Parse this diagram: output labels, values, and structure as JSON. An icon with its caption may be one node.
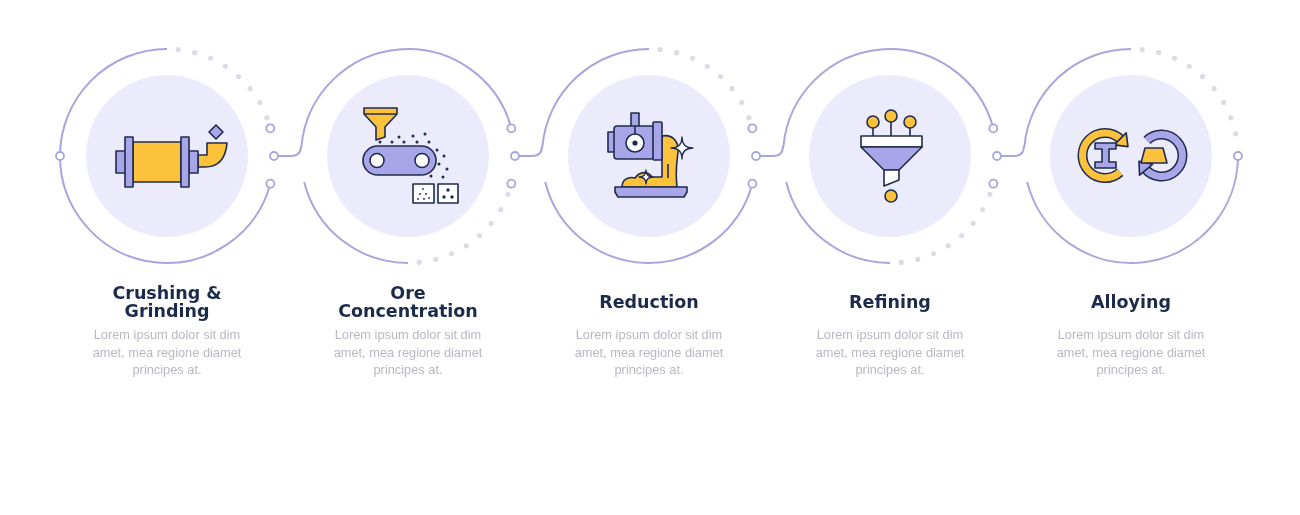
{
  "diagram": {
    "nodes": [
      {
        "text": [
          "Crushing & Grinding",
          "Lorem ipsum dolor sit dim amet, mea regione diamet principes at."
        ]
      },
      {
        "text": [
          "Ore Concentration",
          "Lorem ipsum dolor sit dim amet, mea regione diamet principes at."
        ]
      },
      {
        "text": [
          "Reduction",
          "Lorem ipsum dolor sit dim amet, mea regione diamet principes at."
        ]
      },
      {
        "text": [
          "Refining",
          "Lorem ipsum dolor sit dim amet, mea regione diamet principes at."
        ]
      },
      {
        "text": [
          "Alloying",
          "Lorem ipsum dolor sit dim amet, mea regione diamet principes at."
        ]
      }
    ],
    "edges": [
      {
        "from": 0,
        "to": 1,
        "arrow": "other"
      },
      {
        "from": 1,
        "to": 2,
        "arrow": "other"
      },
      {
        "from": 2,
        "to": 3,
        "arrow": "other"
      },
      {
        "from": 3,
        "to": 4,
        "arrow": "other"
      }
    ]
  }
}
